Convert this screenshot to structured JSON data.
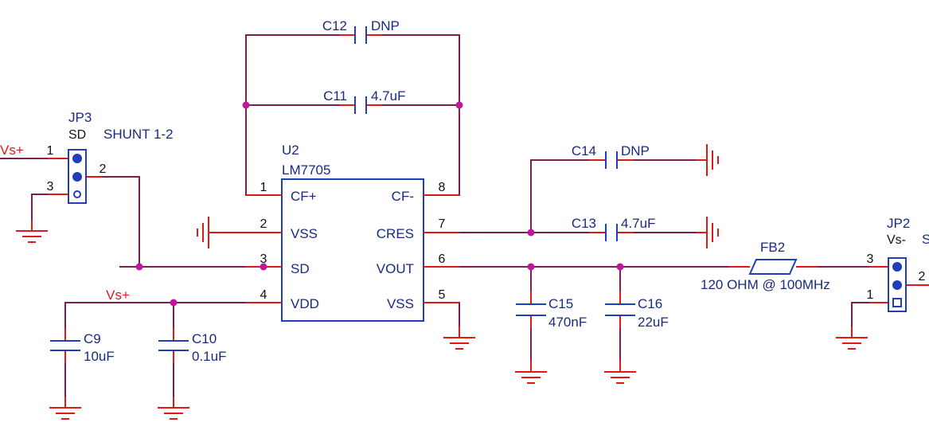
{
  "u2": {
    "ref": "U2",
    "part": "LM7705",
    "pins": [
      {
        "num": "1",
        "name": "CF+"
      },
      {
        "num": "2",
        "name": "VSS"
      },
      {
        "num": "3",
        "name": "SD"
      },
      {
        "num": "4",
        "name": "VDD"
      },
      {
        "num": "5",
        "name": "VSS"
      },
      {
        "num": "6",
        "name": "VOUT"
      },
      {
        "num": "7",
        "name": "CRES"
      },
      {
        "num": "8",
        "name": "CF-"
      }
    ]
  },
  "caps": {
    "c12": {
      "ref": "C12",
      "value": "DNP"
    },
    "c11": {
      "ref": "C11",
      "value": "4.7uF"
    },
    "c14": {
      "ref": "C14",
      "value": "DNP"
    },
    "c13": {
      "ref": "C13",
      "value": "4.7uF"
    },
    "c15": {
      "ref": "C15",
      "value": "470nF"
    },
    "c16": {
      "ref": "C16",
      "value": "22uF"
    },
    "c9": {
      "ref": "C9",
      "value": "10uF"
    },
    "c10": {
      "ref": "C10",
      "value": "0.1uF"
    }
  },
  "jp3": {
    "ref": "JP3",
    "label": "SD",
    "shunt": "SHUNT 1-2",
    "pin1": "1",
    "pin2": "2",
    "pin3": "3"
  },
  "jp2": {
    "ref": "JP2",
    "label": "Vs-",
    "shunt": "S",
    "pin1": "1",
    "pin2": "2",
    "pin3": "3"
  },
  "fb2": {
    "ref": "FB2",
    "value": "120 OHM @ 100MHz"
  },
  "nets": {
    "vs_plus_left": "Vs+",
    "vs_plus_vdd": "Vs+"
  },
  "colors": {
    "wire": "#7a1f4f",
    "pin": "#e01818",
    "component": "#1f3fb8",
    "junction": "#c0189a",
    "text": "#1a2a80"
  }
}
